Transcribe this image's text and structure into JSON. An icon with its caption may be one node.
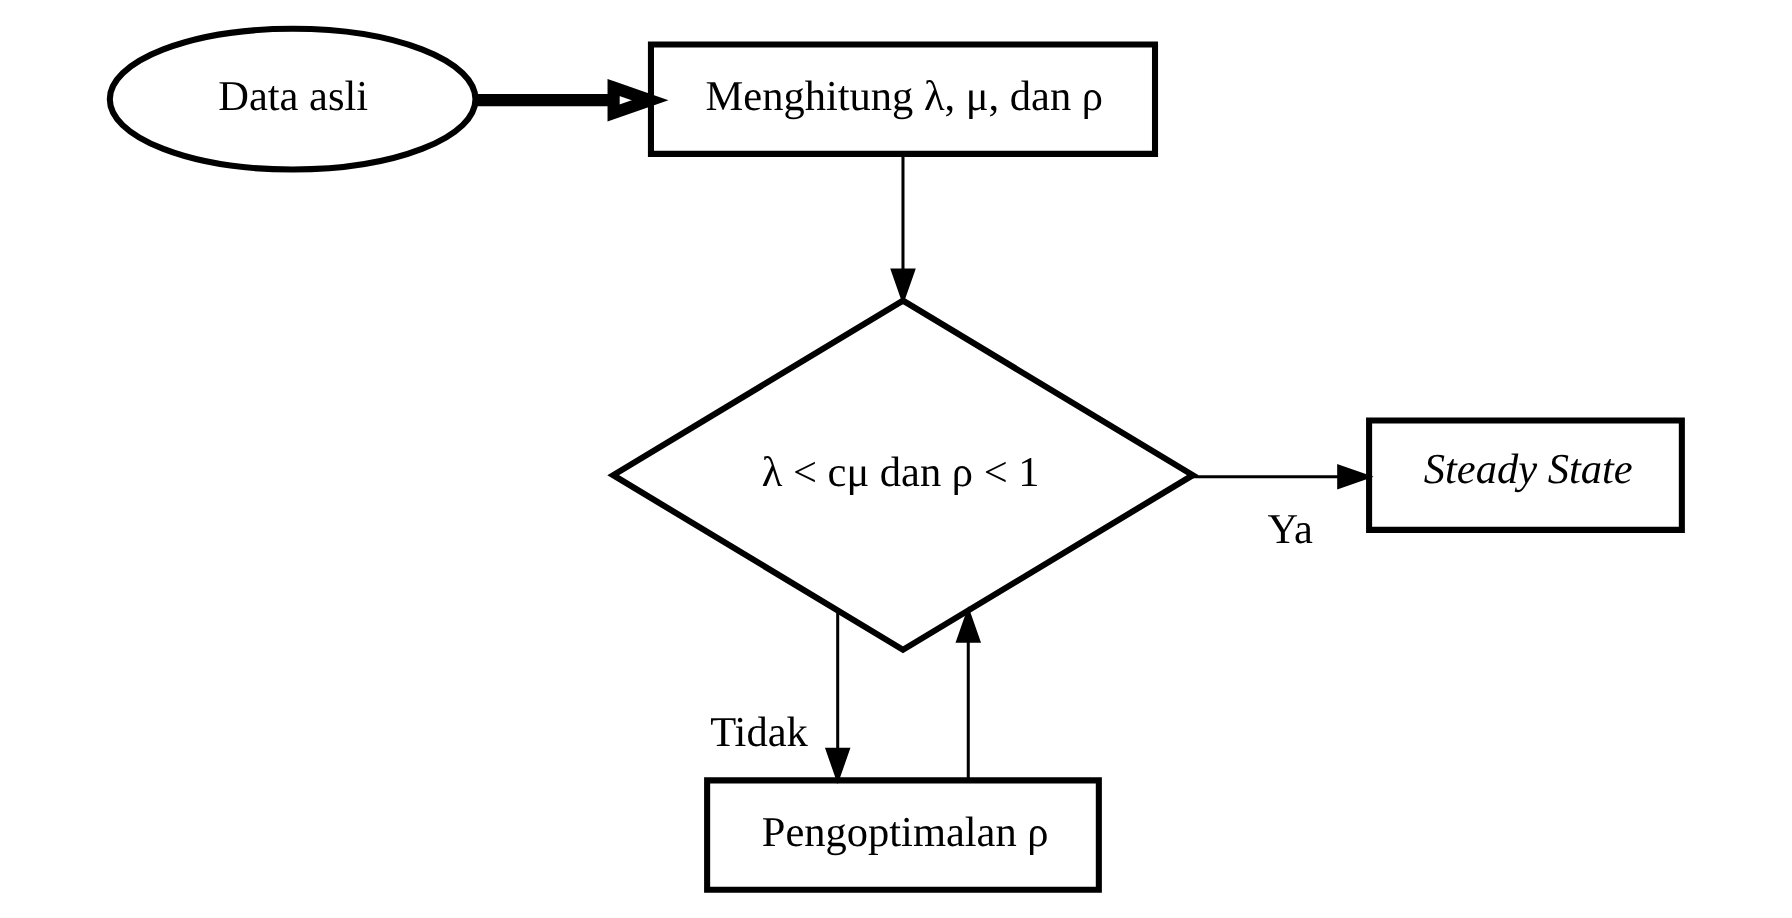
{
  "diagram": {
    "nodes": [
      {
        "text": [
          "Data asli"
        ]
      },
      {
        "text": [
          "Menghitung λ, μ, dan ρ"
        ]
      },
      {
        "text": [
          "λ < cμ dan ρ < 1"
        ]
      },
      {
        "text": [
          "Steady State"
        ]
      },
      {
        "text": [
          "Pengoptimalan ρ"
        ]
      }
    ],
    "edges": [
      {
        "from": 0,
        "to": 1,
        "arrow": "to",
        "style": "thick"
      },
      {
        "from": 1,
        "to": 2,
        "arrow": "to"
      },
      {
        "from": 2,
        "to": 3,
        "arrow": "to",
        "label": "Ya"
      },
      {
        "from": 2,
        "to": 4,
        "arrow": "to",
        "label": "Tidak"
      },
      {
        "from": 4,
        "to": 2,
        "arrow": "to"
      }
    ]
  }
}
